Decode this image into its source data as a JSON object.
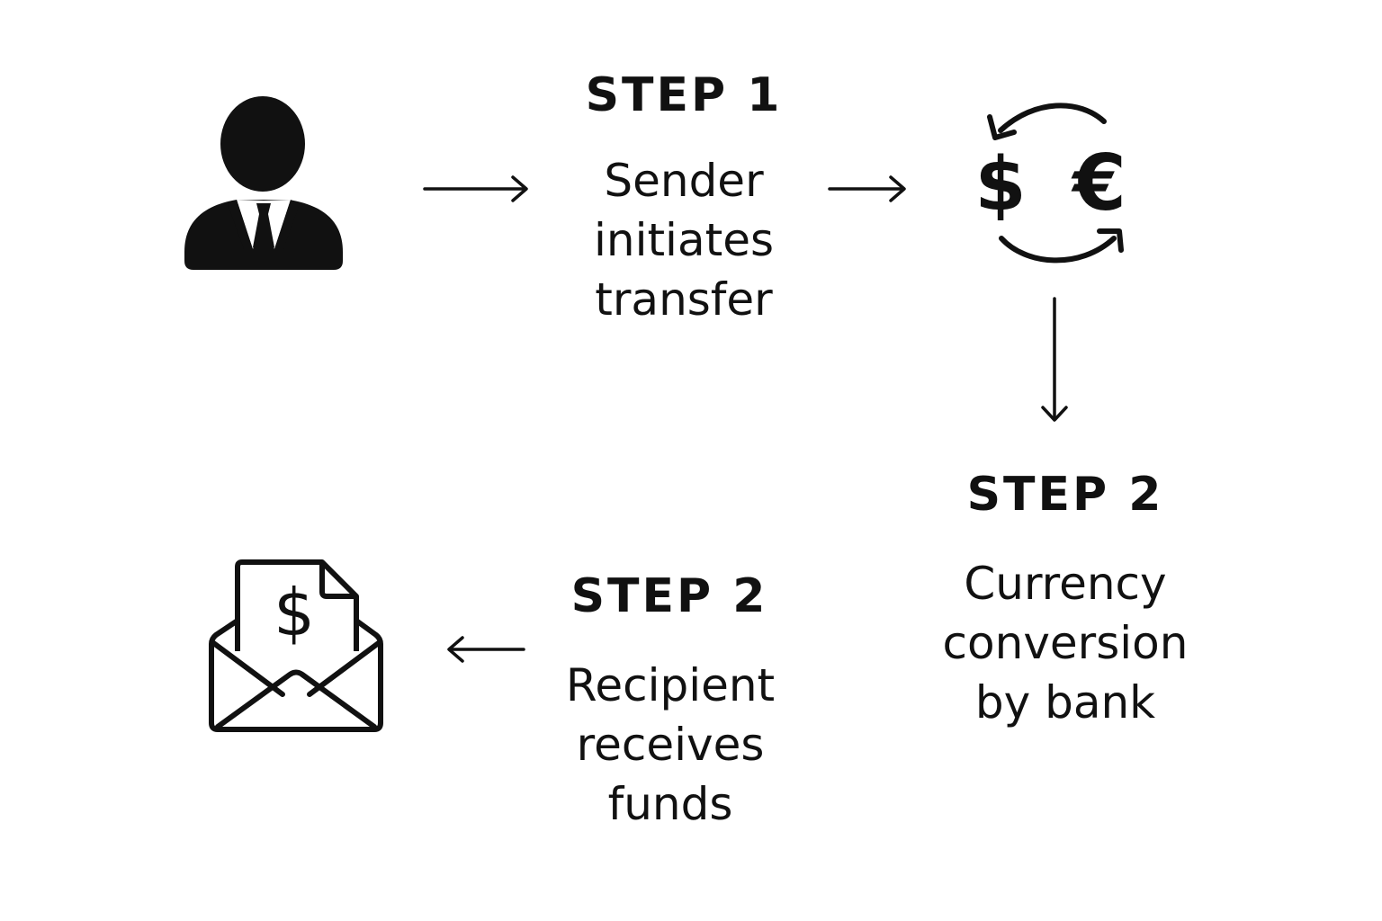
{
  "colors": {
    "background": "#ffffff",
    "ink": "#111111"
  },
  "nodes": {
    "sender": {
      "icon": "person-in-suit-icon"
    },
    "step1": {
      "label": "STEP 1",
      "lines": [
        "Sender",
        "initiates",
        "transfer"
      ]
    },
    "exchange": {
      "icon": "currency-exchange-icon",
      "left_symbol": "$",
      "right_symbol": "€"
    },
    "step2_conversion": {
      "label": "STEP 2",
      "lines": [
        "Currency",
        "conversion",
        "by bank"
      ]
    },
    "step2_recipient": {
      "label": "STEP 2",
      "lines": [
        "Recipient",
        "receives",
        "funds"
      ]
    },
    "envelope": {
      "icon": "envelope-with-money-icon",
      "symbol": "$"
    }
  },
  "arrows": [
    {
      "name": "arrow-sender-to-step1",
      "direction": "right"
    },
    {
      "name": "arrow-step1-to-exchange",
      "direction": "right"
    },
    {
      "name": "arrow-exchange-to-step2",
      "direction": "down"
    },
    {
      "name": "arrow-step2-to-envelope",
      "direction": "left"
    }
  ]
}
